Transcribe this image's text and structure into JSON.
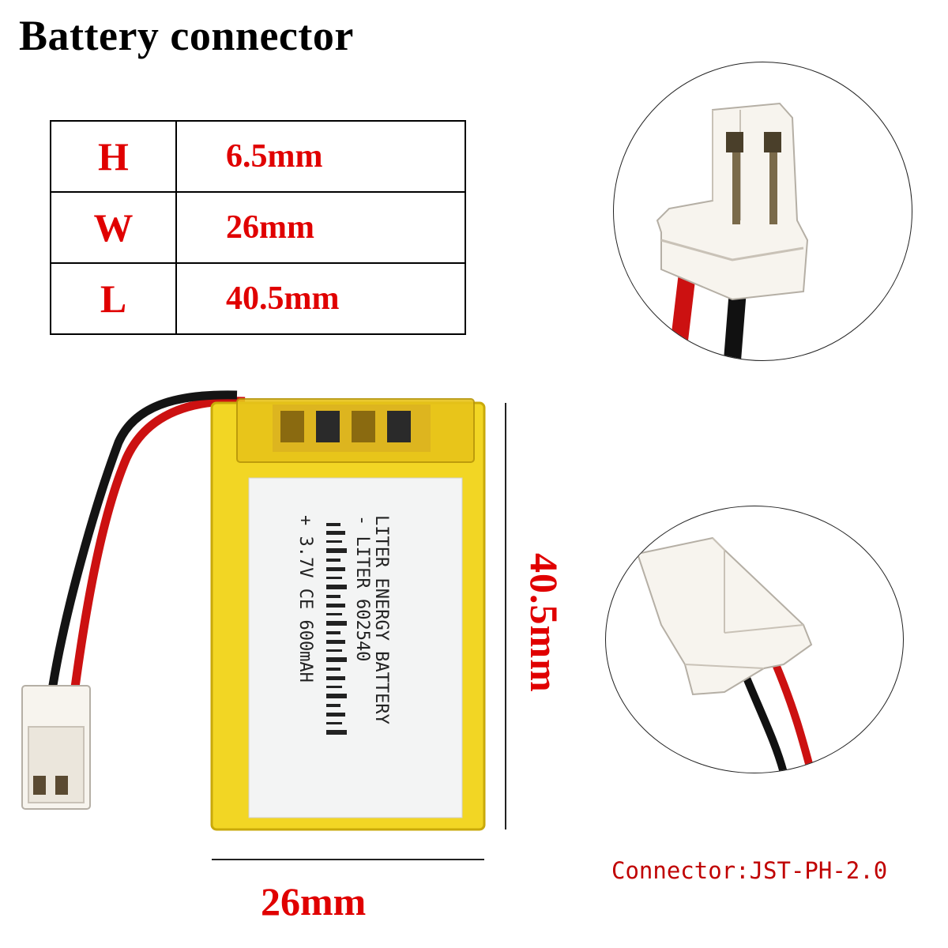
{
  "title": "Battery connector",
  "dimensions": [
    {
      "key": "H",
      "value": "6.5mm"
    },
    {
      "key": "W",
      "value": "26mm"
    },
    {
      "key": "L",
      "value": "40.5mm"
    }
  ],
  "battery_label": {
    "line1": "LITER ENERGY BATTERY",
    "line2": "- LITER 602540",
    "line3": "+ 3.7V CE 600mAH"
  },
  "length_dimension": "40.5mm",
  "width_dimension": "26mm",
  "connector_caption": "Connector:JST-PH-2.0",
  "colors": {
    "accent_red": "#e00000",
    "battery_yellow": "#f2d624",
    "wire_red": "#cc1111",
    "wire_black": "#111111",
    "connector_white": "#f7f4ee"
  }
}
